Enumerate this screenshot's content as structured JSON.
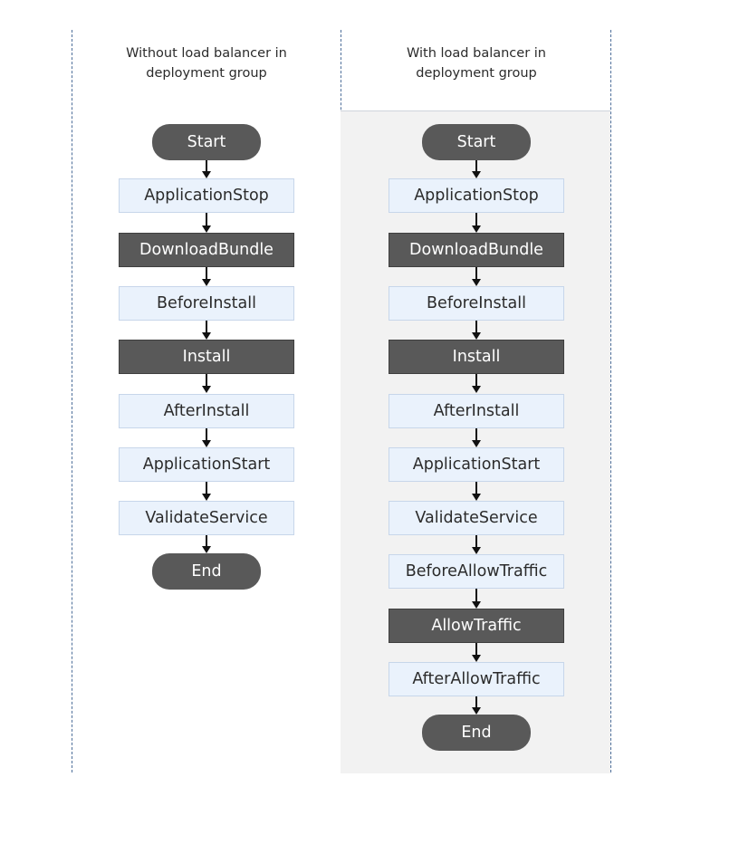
{
  "left_column": {
    "title_lines": [
      "Without load balancer in",
      "deployment group"
    ],
    "steps": [
      {
        "label": "Start",
        "style": "pill"
      },
      {
        "label": "ApplicationStop",
        "style": "light"
      },
      {
        "label": "DownloadBundle",
        "style": "dark"
      },
      {
        "label": "BeforeInstall",
        "style": "light"
      },
      {
        "label": "Install",
        "style": "dark"
      },
      {
        "label": "AfterInstall",
        "style": "light"
      },
      {
        "label": "ApplicationStart",
        "style": "light"
      },
      {
        "label": "ValidateService",
        "style": "light"
      },
      {
        "label": "End",
        "style": "pill"
      }
    ]
  },
  "right_column": {
    "title_lines": [
      "With load balancer in",
      "deployment group"
    ],
    "steps": [
      {
        "label": "Start",
        "style": "pill"
      },
      {
        "label": "ApplicationStop",
        "style": "light"
      },
      {
        "label": "DownloadBundle",
        "style": "dark"
      },
      {
        "label": "BeforeInstall",
        "style": "light"
      },
      {
        "label": "Install",
        "style": "dark"
      },
      {
        "label": "AfterInstall",
        "style": "light"
      },
      {
        "label": "ApplicationStart",
        "style": "light"
      },
      {
        "label": "ValidateService",
        "style": "light"
      },
      {
        "label": "BeforeAllowTraffic",
        "style": "light"
      },
      {
        "label": "AllowTraffic",
        "style": "dark"
      },
      {
        "label": "AfterAllowTraffic",
        "style": "light"
      },
      {
        "label": "End",
        "style": "pill"
      }
    ]
  },
  "colors": {
    "dark_node": "#595959",
    "light_node": "#eaf2fc",
    "light_border": "#c7d6ea",
    "panel_shade": "#f2f2f2",
    "divider": "#4e6f9a"
  }
}
